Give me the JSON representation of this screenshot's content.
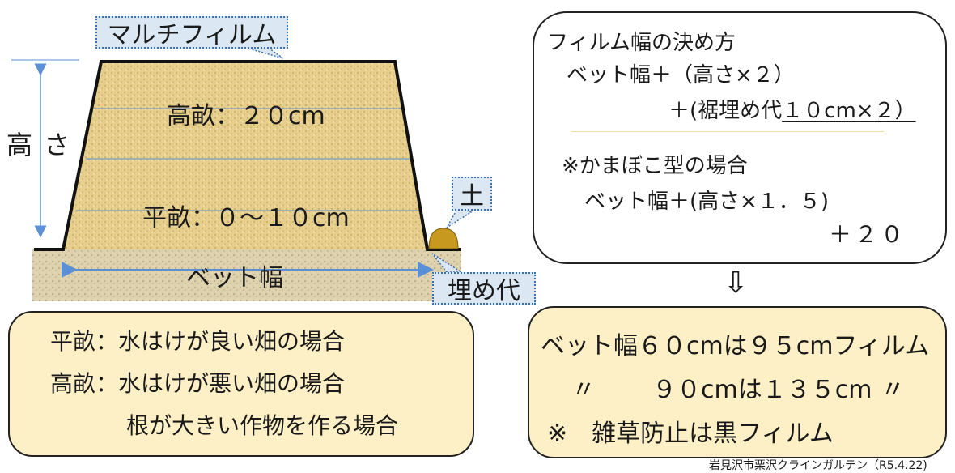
{
  "diagram": {
    "film_label": "マルチフィルム",
    "height_label": "高 さ",
    "takaune_label": "高畝：２０cm",
    "hiraune_label": "平畝：０～１０cm",
    "bed_width_label": "ベット幅",
    "soil_label": "土",
    "margin_label": "埋め代"
  },
  "film_width_box": {
    "title": "フィルム幅の決め方",
    "line1": "ベット幅＋（高さ×２）",
    "line2_prefix": "＋(裾埋め代",
    "line2_underlined": "１０cm×２）",
    "kamaboko_title": "※かまぼこ型の場合",
    "kamaboko_line": "ベット幅＋(高さ×１．５)",
    "kamaboko_add": "＋２０"
  },
  "arrow_symbol": "⇩",
  "result_box": {
    "line1": "ベット幅６０cmは９５cmフィルム",
    "line2_mark1": "〃",
    "line2_text": "９０cmは１３５cm",
    "line2_mark2": "〃",
    "line3": "※　雑草防止は黒フィルム"
  },
  "bed_types_box": {
    "line1": "平畝：水はけが良い畑の場合",
    "line2": "高畝：水はけが悪い畑の場合",
    "line3": "根が大きい作物を作る場合"
  },
  "footer": "岩見沢市栗沢クラインガルテン（R5.4.22)",
  "colors": {
    "soil_fill": "#e6cf8d",
    "ground_fill": "#ddd2ad",
    "mound_fill": "#c79a1f",
    "callout_fill": "#dbe7f3",
    "box_fill": "#fdf0c6",
    "guide_line": "#5b8fd6"
  }
}
